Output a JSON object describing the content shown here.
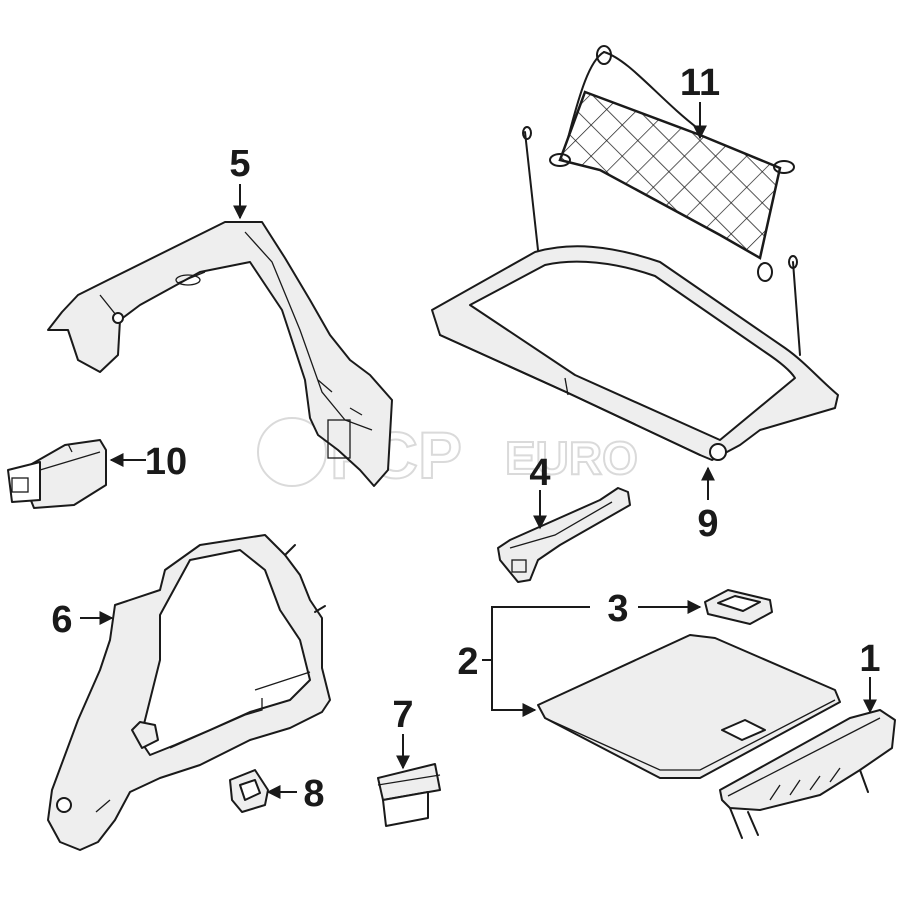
{
  "watermark": {
    "brand": "FCP",
    "suffix": "EURO"
  },
  "callouts": {
    "c1": "1",
    "c2": "2",
    "c3": "3",
    "c4": "4",
    "c5": "5",
    "c6": "6",
    "c7": "7",
    "c8": "8",
    "c9": "9",
    "c10": "10",
    "c11": "11"
  }
}
